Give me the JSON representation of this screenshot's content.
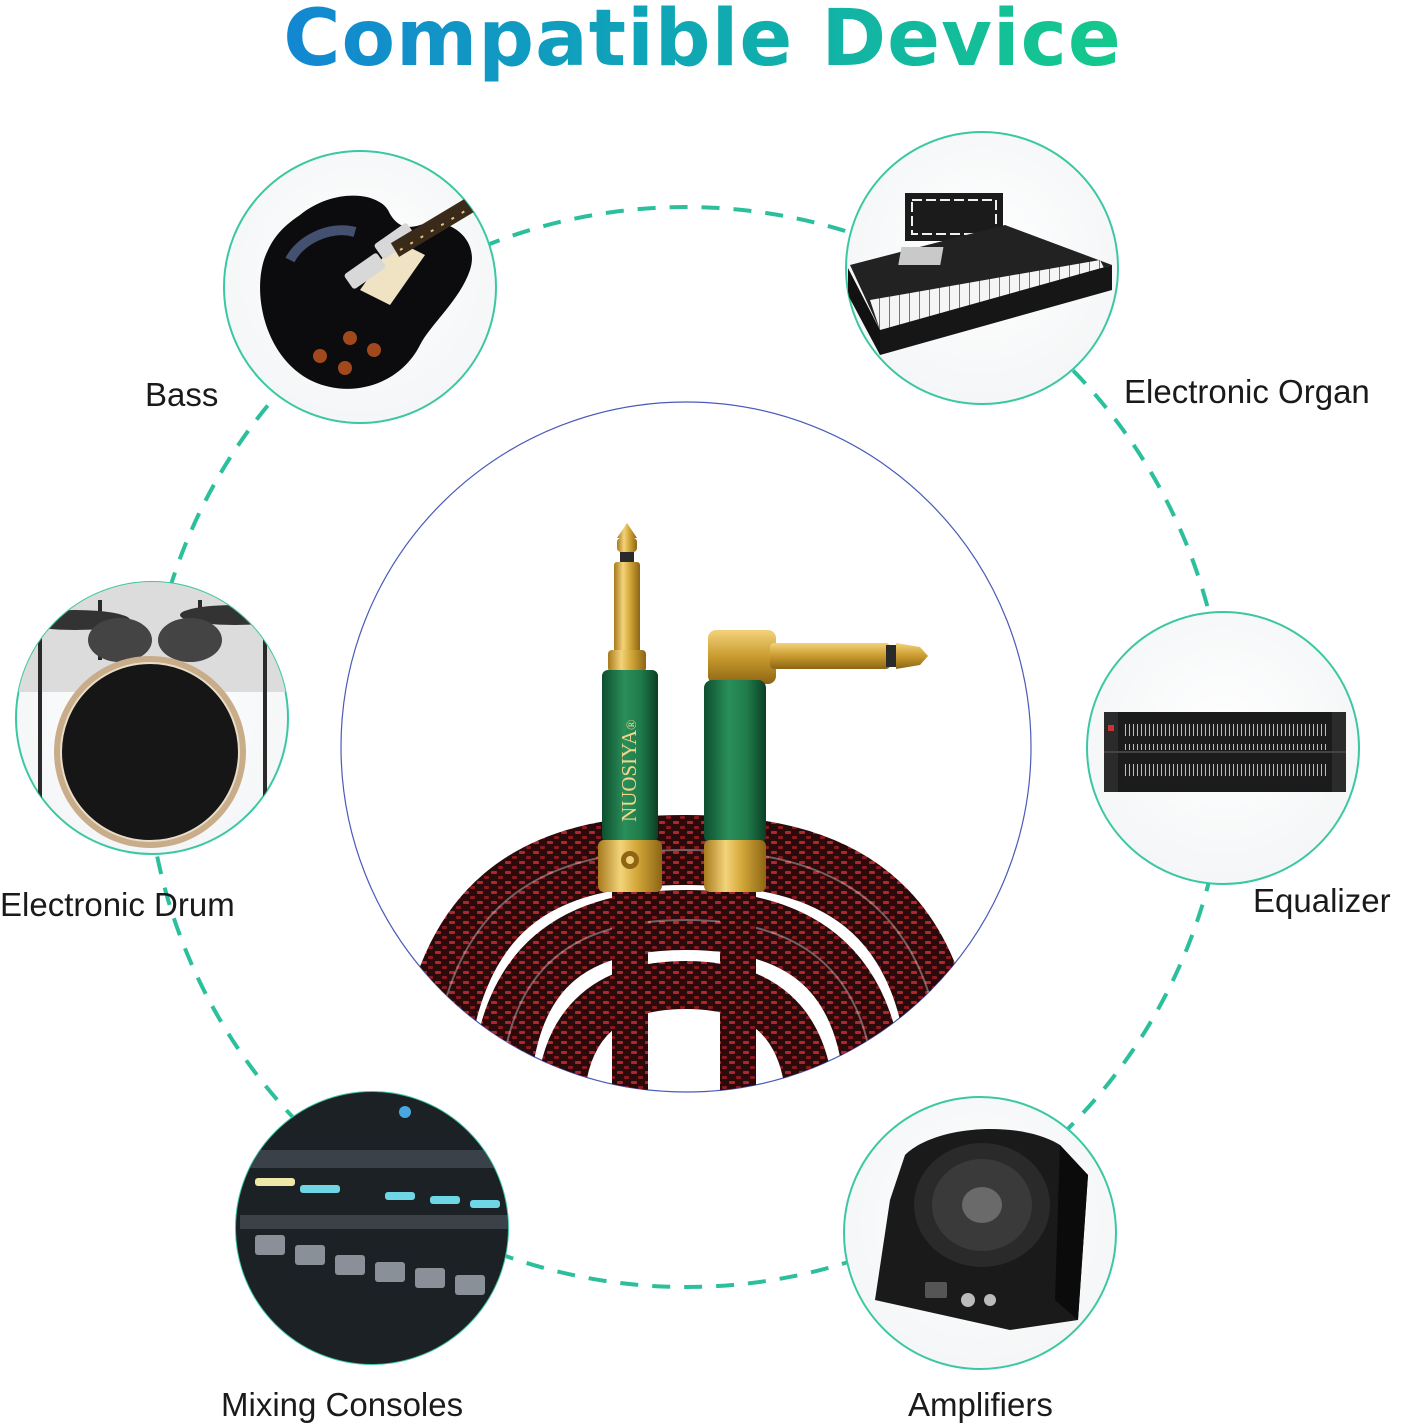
{
  "title": "Compatible Device",
  "brand": "NUOSIYA",
  "registered_mark": "®",
  "devices": [
    {
      "label": "Bass",
      "icon": "electric-guitar-icon"
    },
    {
      "label": "Electronic Organ",
      "icon": "keyboard-icon"
    },
    {
      "label": "Electronic Drum",
      "icon": "drum-kit-icon"
    },
    {
      "label": "Equalizer",
      "icon": "equalizer-rack-icon"
    },
    {
      "label": "Mixing Consoles",
      "icon": "mixing-console-icon"
    },
    {
      "label": "Amplifiers",
      "icon": "speaker-amplifier-icon"
    }
  ],
  "colors": {
    "title_start": "#1387d2",
    "title_end": "#15c98b",
    "ring": "#2bbf9c",
    "circle_border": "#3bc7a2",
    "connector_green": "#1f7a4a",
    "gold": "#d4a93a",
    "cable_red": "#8a1a1e"
  }
}
